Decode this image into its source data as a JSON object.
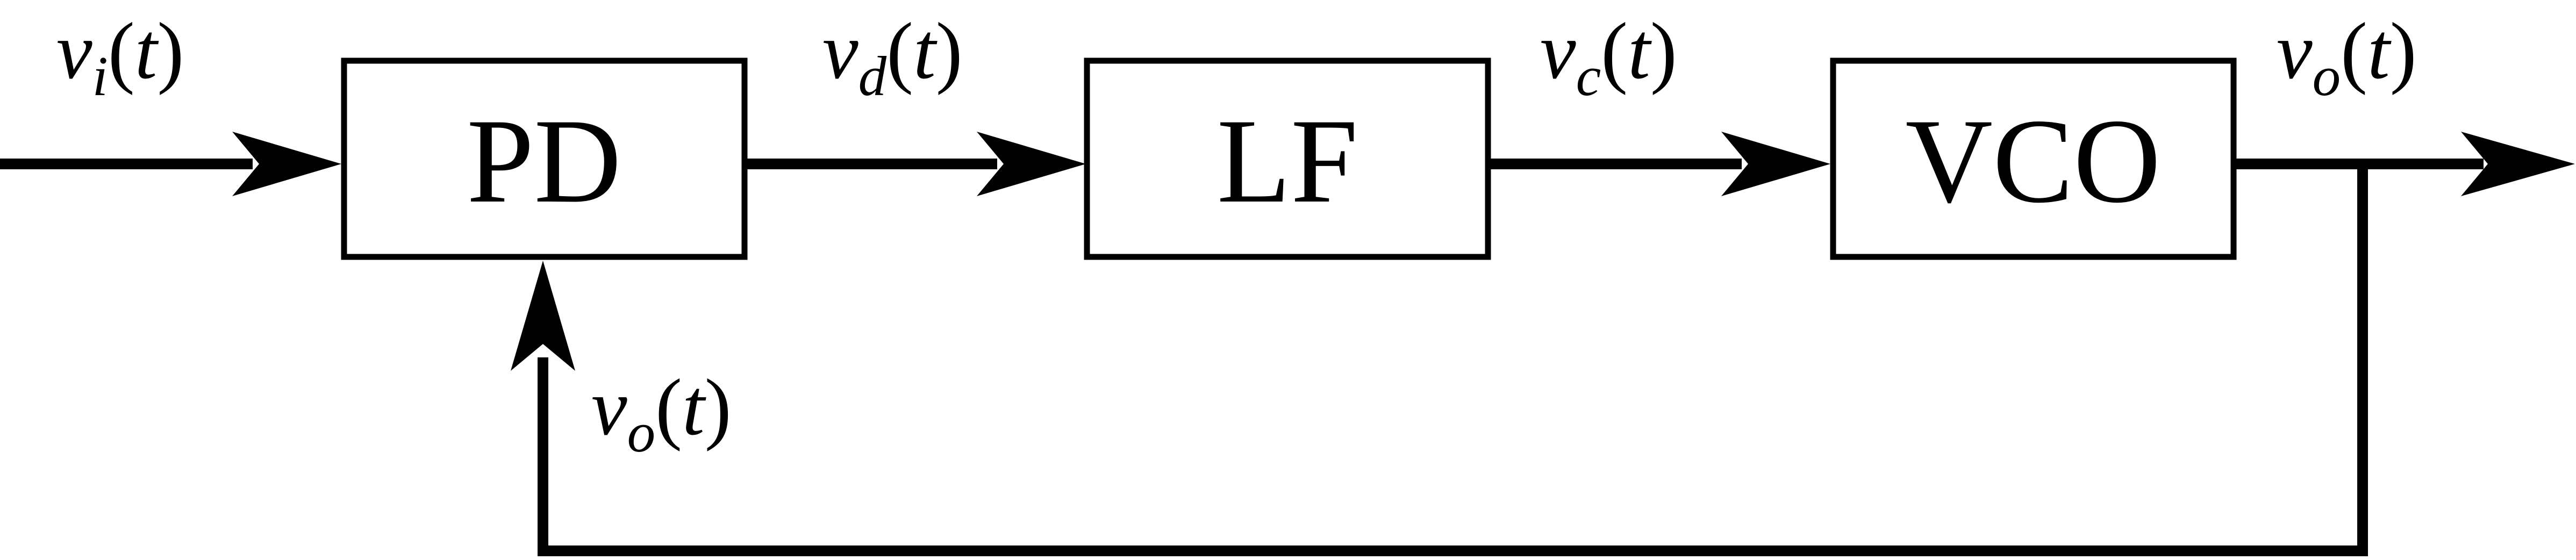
{
  "blocks": {
    "pd": {
      "label": "PD"
    },
    "lf": {
      "label": "LF"
    },
    "vco": {
      "label": "VCO"
    }
  },
  "signals": {
    "input": {
      "symbol": "v",
      "subscript": "i",
      "arg": "t"
    },
    "pd_out": {
      "symbol": "v",
      "subscript": "d",
      "arg": "t"
    },
    "lf_out": {
      "symbol": "v",
      "subscript": "c",
      "arg": "t"
    },
    "output": {
      "symbol": "v",
      "subscript": "o",
      "arg": "t"
    },
    "feedback": {
      "symbol": "v",
      "subscript": "o",
      "arg": "t"
    }
  },
  "colors": {
    "stroke": "#000000",
    "background": "#ffffff"
  }
}
